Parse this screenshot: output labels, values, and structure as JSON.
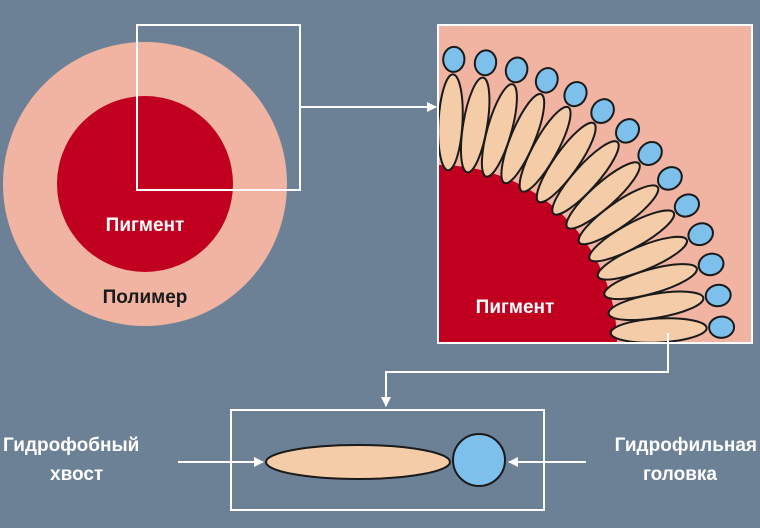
{
  "labels": {
    "pigment_left": "Пигмент",
    "polymer": "Полимер",
    "pigment_zoom": "Пигмент",
    "hydrophobic_line1": "Гидрофобный",
    "hydrophobic_line2": "хвост",
    "hydrophilic_line1": "Гидрофильная",
    "hydrophilic_line2": "головка"
  },
  "colors": {
    "background": "#6d8196",
    "polymer": "#f1b4a2",
    "pigment": "#c0001e",
    "tail": "#f4cda8",
    "head": "#7ec0ec",
    "panel_bg": "#f1b4a2",
    "line": "#ffffff"
  },
  "molecule_count": 14
}
